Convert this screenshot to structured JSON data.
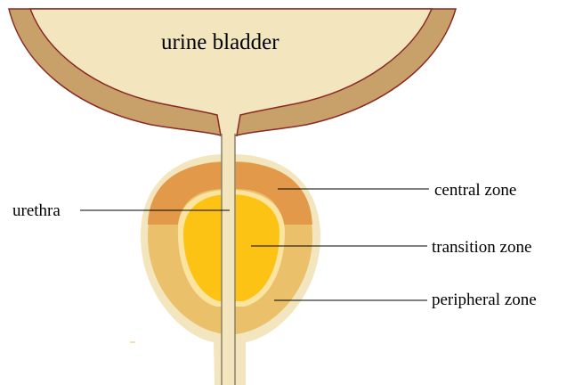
{
  "labels": {
    "bladder": "urine bladder",
    "urethra": "urethra",
    "central_zone": "central zone",
    "transition_zone": "transition zone",
    "peripheral_zone": "peripheral zone"
  },
  "colors": {
    "bladder_wall": "#C8A16A",
    "bladder_interior": "#F3E6BF",
    "bladder_outline": "#8B2A23",
    "capsule": "#F3E6BF",
    "peripheral_zone": "#EAC06A",
    "central_zone": "#E29A4A",
    "transition_zone": "#FDC314",
    "transition_halo": "#FBE3A0",
    "urethra_fill": "#F3E6BF",
    "urethra_outline": "#8D8068",
    "leader_line": "#000000"
  }
}
